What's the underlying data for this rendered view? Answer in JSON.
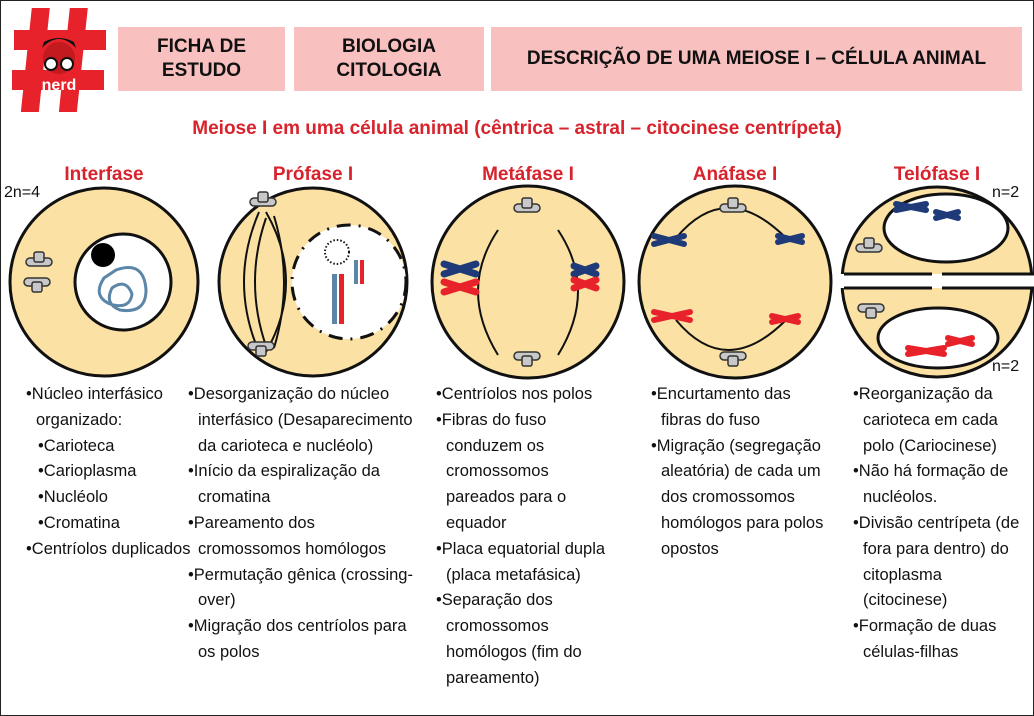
{
  "logo": {
    "text": "nerd",
    "brand_color": "#e8222a"
  },
  "header": {
    "box1": [
      "FICHA DE",
      "ESTUDO"
    ],
    "box2": [
      "BIOLOGIA",
      "CITOLOGIA"
    ],
    "box3": "DESCRIÇÃO DE UMA MEIOSE I – CÉLULA ANIMAL"
  },
  "subtitle": "Meiose I em uma célula animal (cêntrica – astral – citocinese centrípeta)",
  "ploidy": {
    "start": "2n=4",
    "end_top": "n=2",
    "end_bottom": "n=2"
  },
  "phases": [
    {
      "title": "Interfase",
      "items": [
        {
          "t": "Núcleo interfásico organizado:"
        },
        {
          "t": "Carioteca",
          "sub": true
        },
        {
          "t": "Carioplasma",
          "sub": true
        },
        {
          "t": "Nucléolo",
          "sub": true
        },
        {
          "t": "Cromatina",
          "sub": true
        },
        {
          "t": "Centríolos duplicados"
        }
      ]
    },
    {
      "title": "Prófase I",
      "items": [
        {
          "t": "Desorganização do núcleo interfásico (Desaparecimento da carioteca e nucléolo)"
        },
        {
          "t": "Início da espiralização da cromatina"
        },
        {
          "t": "Pareamento dos cromossomos homólogos"
        },
        {
          "t": "Permutação gênica (crossing-over)"
        },
        {
          "t": "Migração dos centríolos para os polos"
        }
      ]
    },
    {
      "title": "Metáfase I",
      "items": [
        {
          "t": "Centríolos nos polos"
        },
        {
          "t": "Fibras do fuso conduzem os cromossomos pareados para o equador"
        },
        {
          "t": "Placa equatorial dupla (placa metafásica)"
        },
        {
          "t": "Separação dos cromossomos homólogos (fim do pareamento)"
        }
      ]
    },
    {
      "title": "Anáfase I",
      "items": [
        {
          "t": "Encurtamento das fibras do fuso"
        },
        {
          "t": "Migração (segregação aleatória) de cada um dos cromossomos homólogos para polos opostos"
        }
      ]
    },
    {
      "title": "Telófase I",
      "items": [
        {
          "t": "Reorganização da carioteca em cada polo (Cariocinese)"
        },
        {
          "t": "Não há formação de nucléolos."
        },
        {
          "t": "Divisão centrípeta (de fora para dentro) do citoplasma (citocinese)"
        },
        {
          "t": "Formação de duas células-filhas"
        }
      ]
    }
  ],
  "colors": {
    "cell": "#fbe1a3",
    "red": "#e8222a",
    "blue": "#1f3a78",
    "chromatin": "#5b86a8",
    "header_box": "#f9c0c0"
  }
}
